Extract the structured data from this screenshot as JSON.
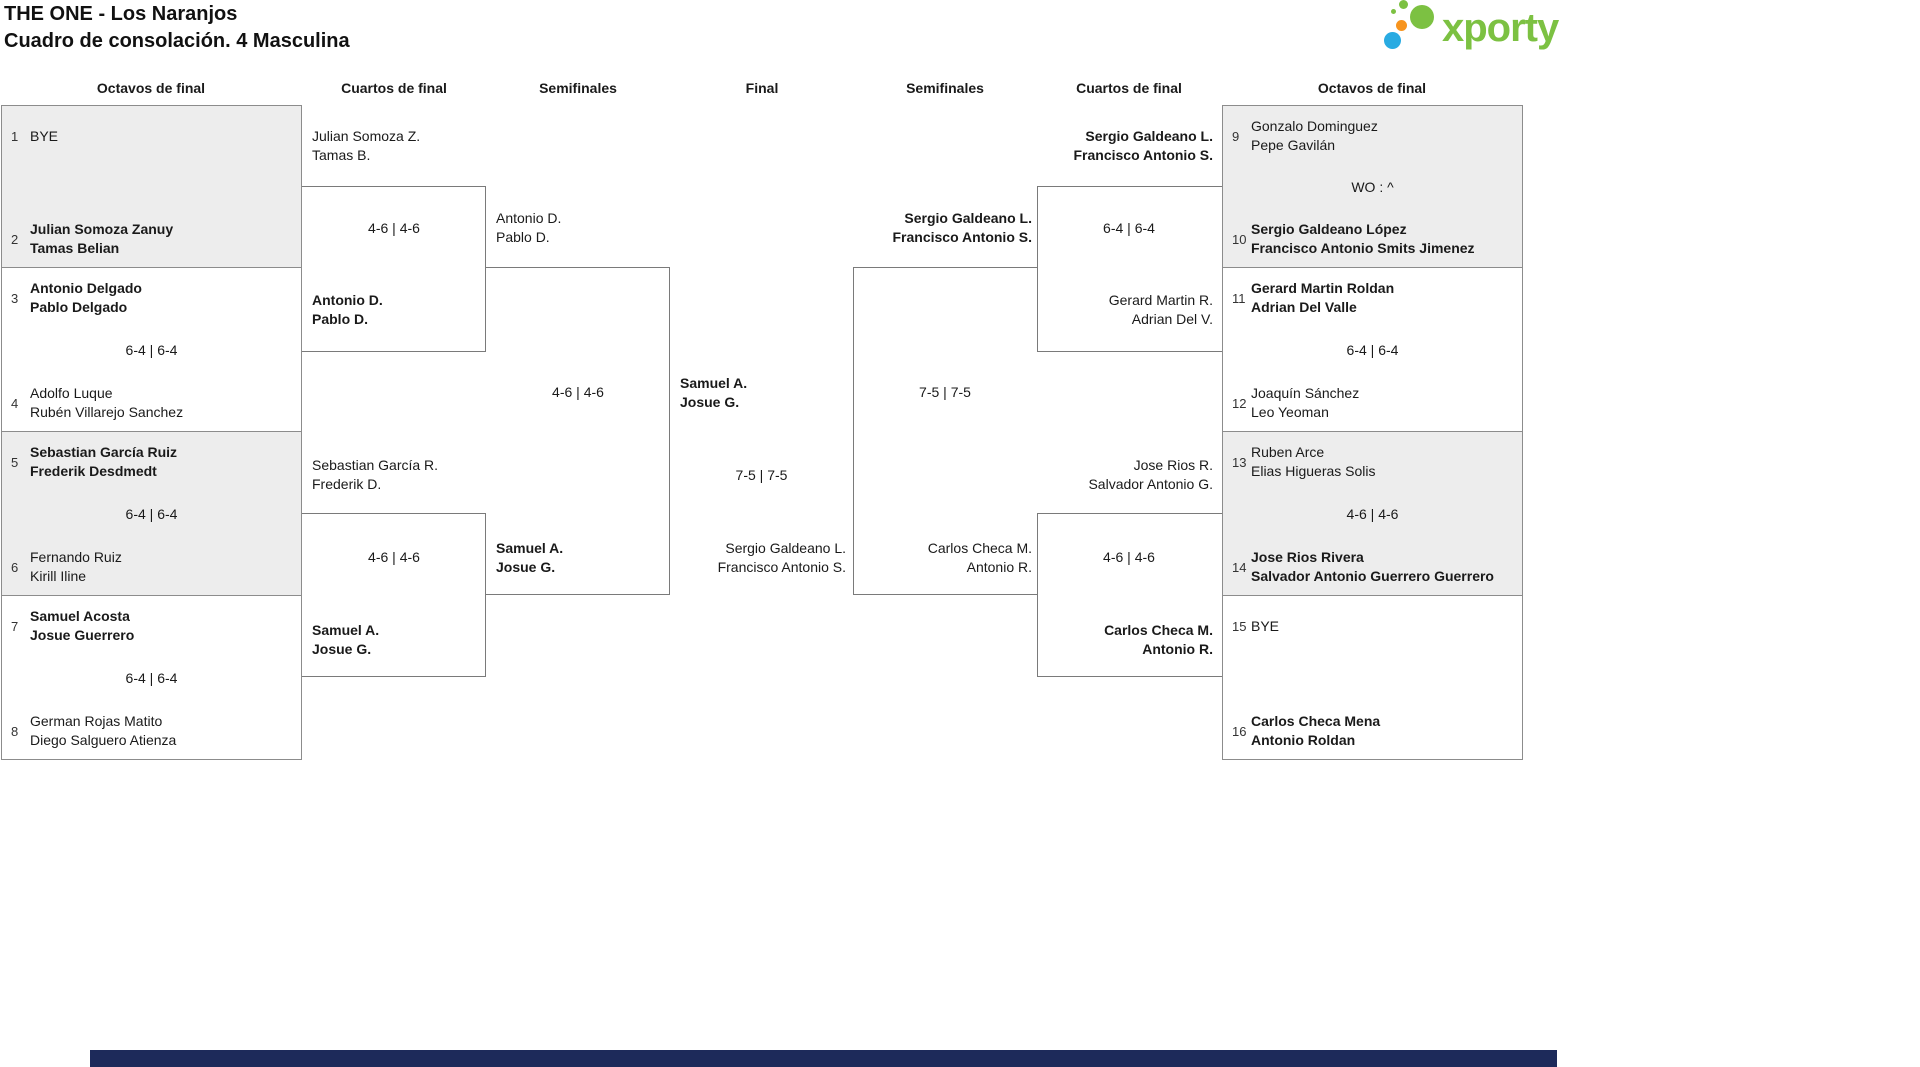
{
  "header": {
    "title_line1": "THE ONE - Los Naranjos",
    "title_line2": "Cuadro de consolación. 4 Masculina",
    "brand": "xporty"
  },
  "round_headers": [
    "Octavos de final",
    "Cuartos de final",
    "Semifinales",
    "Final",
    "Semifinales",
    "Cuartos de final",
    "Octavos de final"
  ],
  "left_octavos": [
    {
      "top_seed": "1",
      "top1": "BYE",
      "top2": "",
      "score": "",
      "bot_seed": "2",
      "bot1": "Julian Somoza Zanuy",
      "bot2": "Tamas Belian"
    },
    {
      "top_seed": "3",
      "top1": "Antonio Delgado",
      "top2": "Pablo Delgado",
      "score": "6-4 | 6-4",
      "bot_seed": "4",
      "bot1": "Adolfo Luque",
      "bot2": "Rubén Villarejo Sanchez"
    },
    {
      "top_seed": "5",
      "top1": "Sebastian García Ruiz",
      "top2": "Frederik Desdmedt",
      "score": "6-4 | 6-4",
      "bot_seed": "6",
      "bot1": "Fernando Ruiz",
      "bot2": "Kirill Iline"
    },
    {
      "top_seed": "7",
      "top1": "Samuel Acosta",
      "top2": "Josue Guerrero",
      "score": "6-4 | 6-4",
      "bot_seed": "8",
      "bot1": "German Rojas Matito",
      "bot2": "Diego Salguero Atienza"
    }
  ],
  "left_quarters": [
    {
      "top1": "Julian Somoza Z.",
      "top2": "Tamas B.",
      "score": "4-6 | 4-6",
      "bot1": "Antonio D.",
      "bot2": "Pablo D."
    },
    {
      "top1": "Sebastian García R.",
      "top2": "Frederik D.",
      "score": "4-6 | 4-6",
      "bot1": "Samuel A.",
      "bot2": "Josue G."
    }
  ],
  "left_semi": {
    "top1": "Antonio D.",
    "top2": "Pablo D.",
    "score": "4-6 | 4-6",
    "bot1": "Samuel A.",
    "bot2": "Josue G."
  },
  "final": {
    "left1": "Samuel A.",
    "left2": "Josue G.",
    "score": "7-5 | 7-5",
    "right1": "Sergio Galdeano L.",
    "right2": "Francisco Antonio S."
  },
  "right_semi": {
    "top1": "Sergio Galdeano L.",
    "top2": "Francisco Antonio S.",
    "score": "7-5 | 7-5",
    "bot1": "Carlos Checa M.",
    "bot2": "Antonio R."
  },
  "right_quarters": [
    {
      "top1": "Sergio Galdeano L.",
      "top2": "Francisco Antonio S.",
      "score": "6-4 | 6-4",
      "bot1": "Gerard Martin R.",
      "bot2": "Adrian Del V."
    },
    {
      "top1": "Jose Rios R.",
      "top2": "Salvador Antonio G.",
      "score": "4-6 | 4-6",
      "bot1": "Carlos Checa M.",
      "bot2": "Antonio R."
    }
  ],
  "right_octavos": [
    {
      "top_seed": "9",
      "top1": "Gonzalo Dominguez",
      "top2": "Pepe Gavilán",
      "score": "WO : ^",
      "bot_seed": "10",
      "bot1": "Sergio Galdeano López",
      "bot2": "Francisco Antonio Smits Jimenez"
    },
    {
      "top_seed": "11",
      "top1": "Gerard Martin Roldan",
      "top2": "Adrian Del Valle",
      "score": "6-4 | 6-4",
      "bot_seed": "12",
      "bot1": "Joaquín Sánchez",
      "bot2": "Leo Yeoman"
    },
    {
      "top_seed": "13",
      "top1": "Ruben Arce",
      "top2": "Elias Higueras Solis",
      "score": "4-6 | 4-6",
      "bot_seed": "14",
      "bot1": "Jose Rios Rivera",
      "bot2": "Salvador Antonio Guerrero Guerrero"
    },
    {
      "top_seed": "15",
      "top1": "BYE",
      "top2": "",
      "score": "",
      "bot_seed": "16",
      "bot1": "Carlos Checa Mena",
      "bot2": "Antonio Roldan"
    }
  ],
  "colors": {
    "brand_green": "#7cc142",
    "brand_orange": "#f7941e",
    "brand_blue": "#29abe2",
    "footer_navy": "#1d2a5a",
    "box_grey": "#ededed"
  }
}
